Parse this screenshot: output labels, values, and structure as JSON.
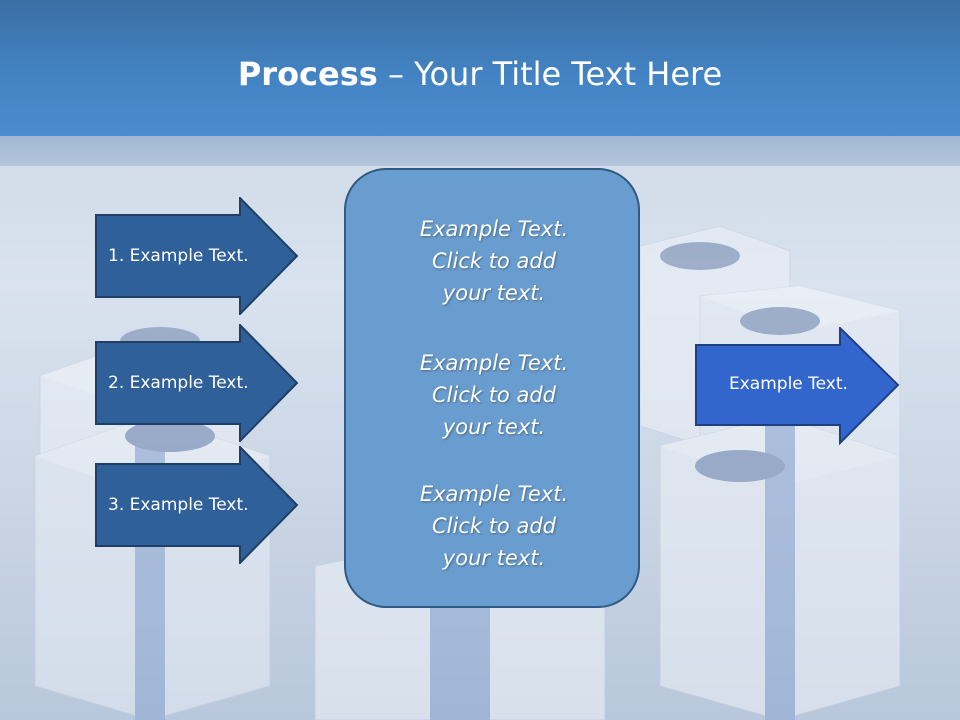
{
  "title": {
    "bold": "Process",
    "rest": " – Your Title Text Here"
  },
  "steps": [
    {
      "label": "1. Example Text."
    },
    {
      "label": "2. Example Text."
    },
    {
      "label": "3. Example Text."
    }
  ],
  "panel": {
    "items": [
      {
        "line1": "Example Text.",
        "line2": "Click  to add",
        "line3": "your text."
      },
      {
        "line1": "Example Text.",
        "line2": "Click  to add",
        "line3": "your text."
      },
      {
        "line1": "Example Text.",
        "line2": "Click  to add",
        "line3": "your text."
      }
    ]
  },
  "result": {
    "label": "Example Text."
  },
  "colors": {
    "header": "#4383c3",
    "step_arrow_fill": "#2f6099",
    "result_arrow_fill": "#3366cc",
    "panel_fill": "#6a9dcf"
  }
}
